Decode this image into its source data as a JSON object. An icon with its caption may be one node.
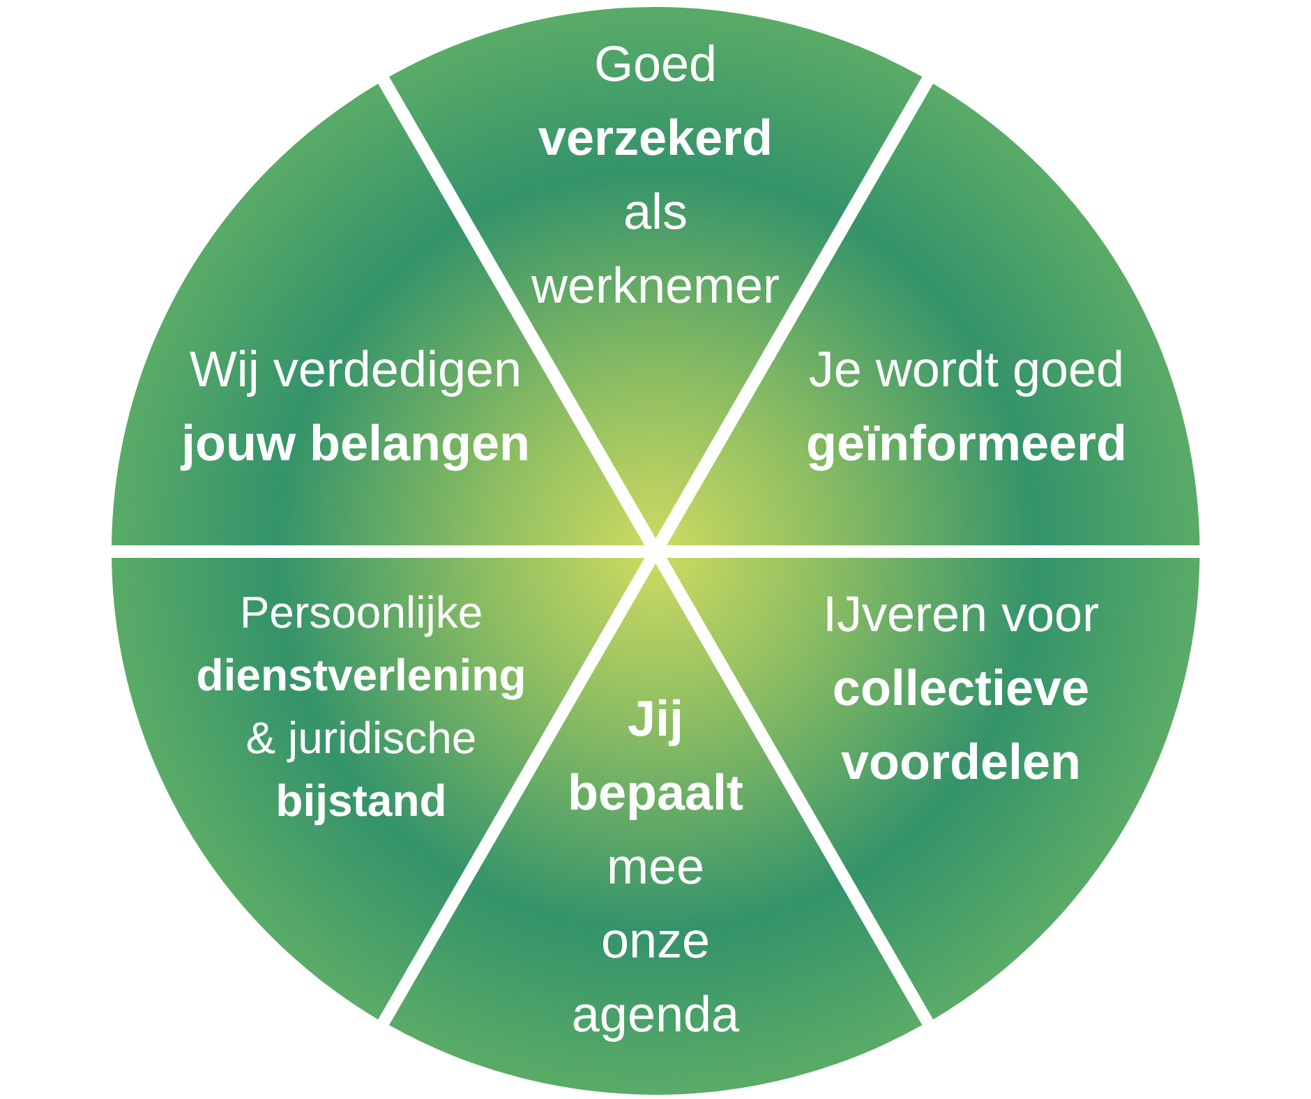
{
  "diagram": {
    "nodes": [
      {
        "text": [
          "Goed **verzekerd** als werknemer"
        ]
      },
      {
        "text": [
          "Wij verdedigen **jouw belangen**"
        ]
      },
      {
        "text": [
          "Je wordt goed **geïnformeerd**"
        ]
      },
      {
        "text": [
          "Persoonlijke **dienstverlening** & juridische **bijstand**"
        ]
      },
      {
        "text": [
          "IJveren voor **collectieve voordelen**"
        ]
      },
      {
        "text": [
          "**Jij bepaalt** mee onze agenda"
        ]
      }
    ]
  }
}
